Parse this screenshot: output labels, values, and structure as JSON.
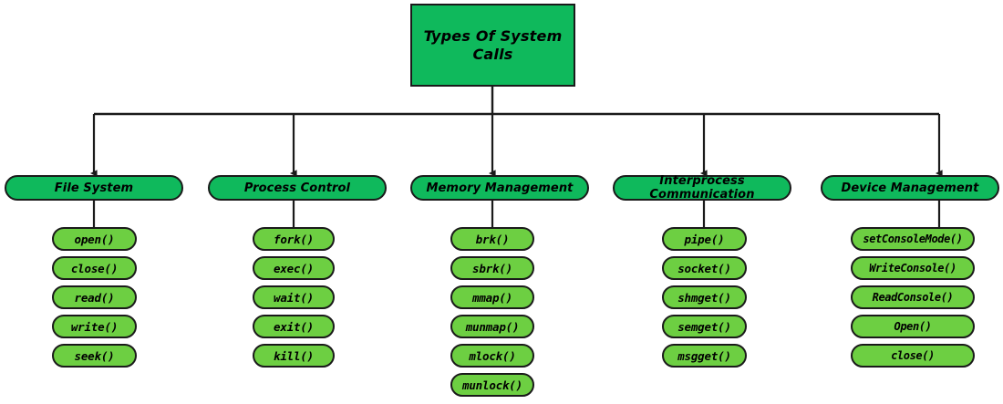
{
  "diagram": {
    "title": "Types Of System Calls",
    "root": {
      "label": "Types Of System Calls"
    },
    "colors": {
      "header_green": "#0FB95C",
      "leaf_green": "#6DCF42",
      "line_black": "#1a1a1a",
      "background": "#ffffff"
    },
    "categories": [
      {
        "label": "File System",
        "calls": [
          "open()",
          "close()",
          "read()",
          "write()",
          "seek()"
        ]
      },
      {
        "label": "Process Control",
        "calls": [
          "fork()",
          "exec()",
          "wait()",
          "exit()",
          "kill()"
        ]
      },
      {
        "label": "Memory Management",
        "calls": [
          "brk()",
          "sbrk()",
          "mmap()",
          "munmap()",
          "mlock()",
          "munlock()"
        ]
      },
      {
        "label": "Interprocess Communication",
        "calls": [
          "pipe()",
          "socket()",
          "shmget()",
          "semget()",
          "msgget()"
        ]
      },
      {
        "label": "Device Management",
        "calls": [
          "setConsoleMode()",
          "WriteConsole()",
          "ReadConsole()",
          "Open()",
          "close()"
        ]
      }
    ]
  }
}
